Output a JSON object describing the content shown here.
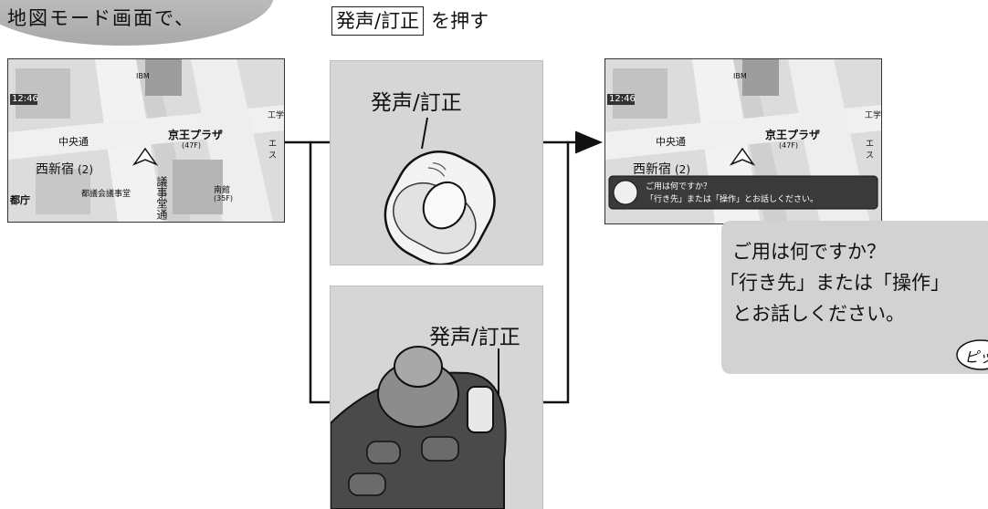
{
  "intro_bubble": {
    "text": "地図モード画面で、"
  },
  "instruction": {
    "key_label": "発声/訂正",
    "action": "を押す"
  },
  "panel_top": {
    "label": "発声/訂正"
  },
  "panel_bottom": {
    "label": "発声/訂正"
  },
  "map_left": {
    "time": "12:46",
    "area_name": "西新宿",
    "district_num": "(2)",
    "street": "中央通",
    "building": "京王プラザ",
    "building_floors": "(47F)",
    "tocho": "都庁",
    "council": "都議会議事堂",
    "ibm": "IBM",
    "south_label": "南館",
    "south_floors": "(35F)",
    "street_vertical": "議事堂通",
    "east_label": "エス",
    "kou": "工学"
  },
  "map_right": {
    "time": "12:46",
    "area_name": "西新宿",
    "district_num": "(2)",
    "street": "中央通",
    "building": "京王プラザ",
    "building_floors": "(47F)",
    "ibm": "IBM",
    "east_label": "エス",
    "kou": "工学",
    "dialog_line1": "ご用は何ですか？",
    "dialog_line2": "「行き先」または「操作」とお話しください。"
  },
  "speech": {
    "line1": "ご用は何ですか？",
    "line2": "「行き先」または「操作」",
    "line3": "とお話しください。",
    "sound": "ピッ"
  }
}
